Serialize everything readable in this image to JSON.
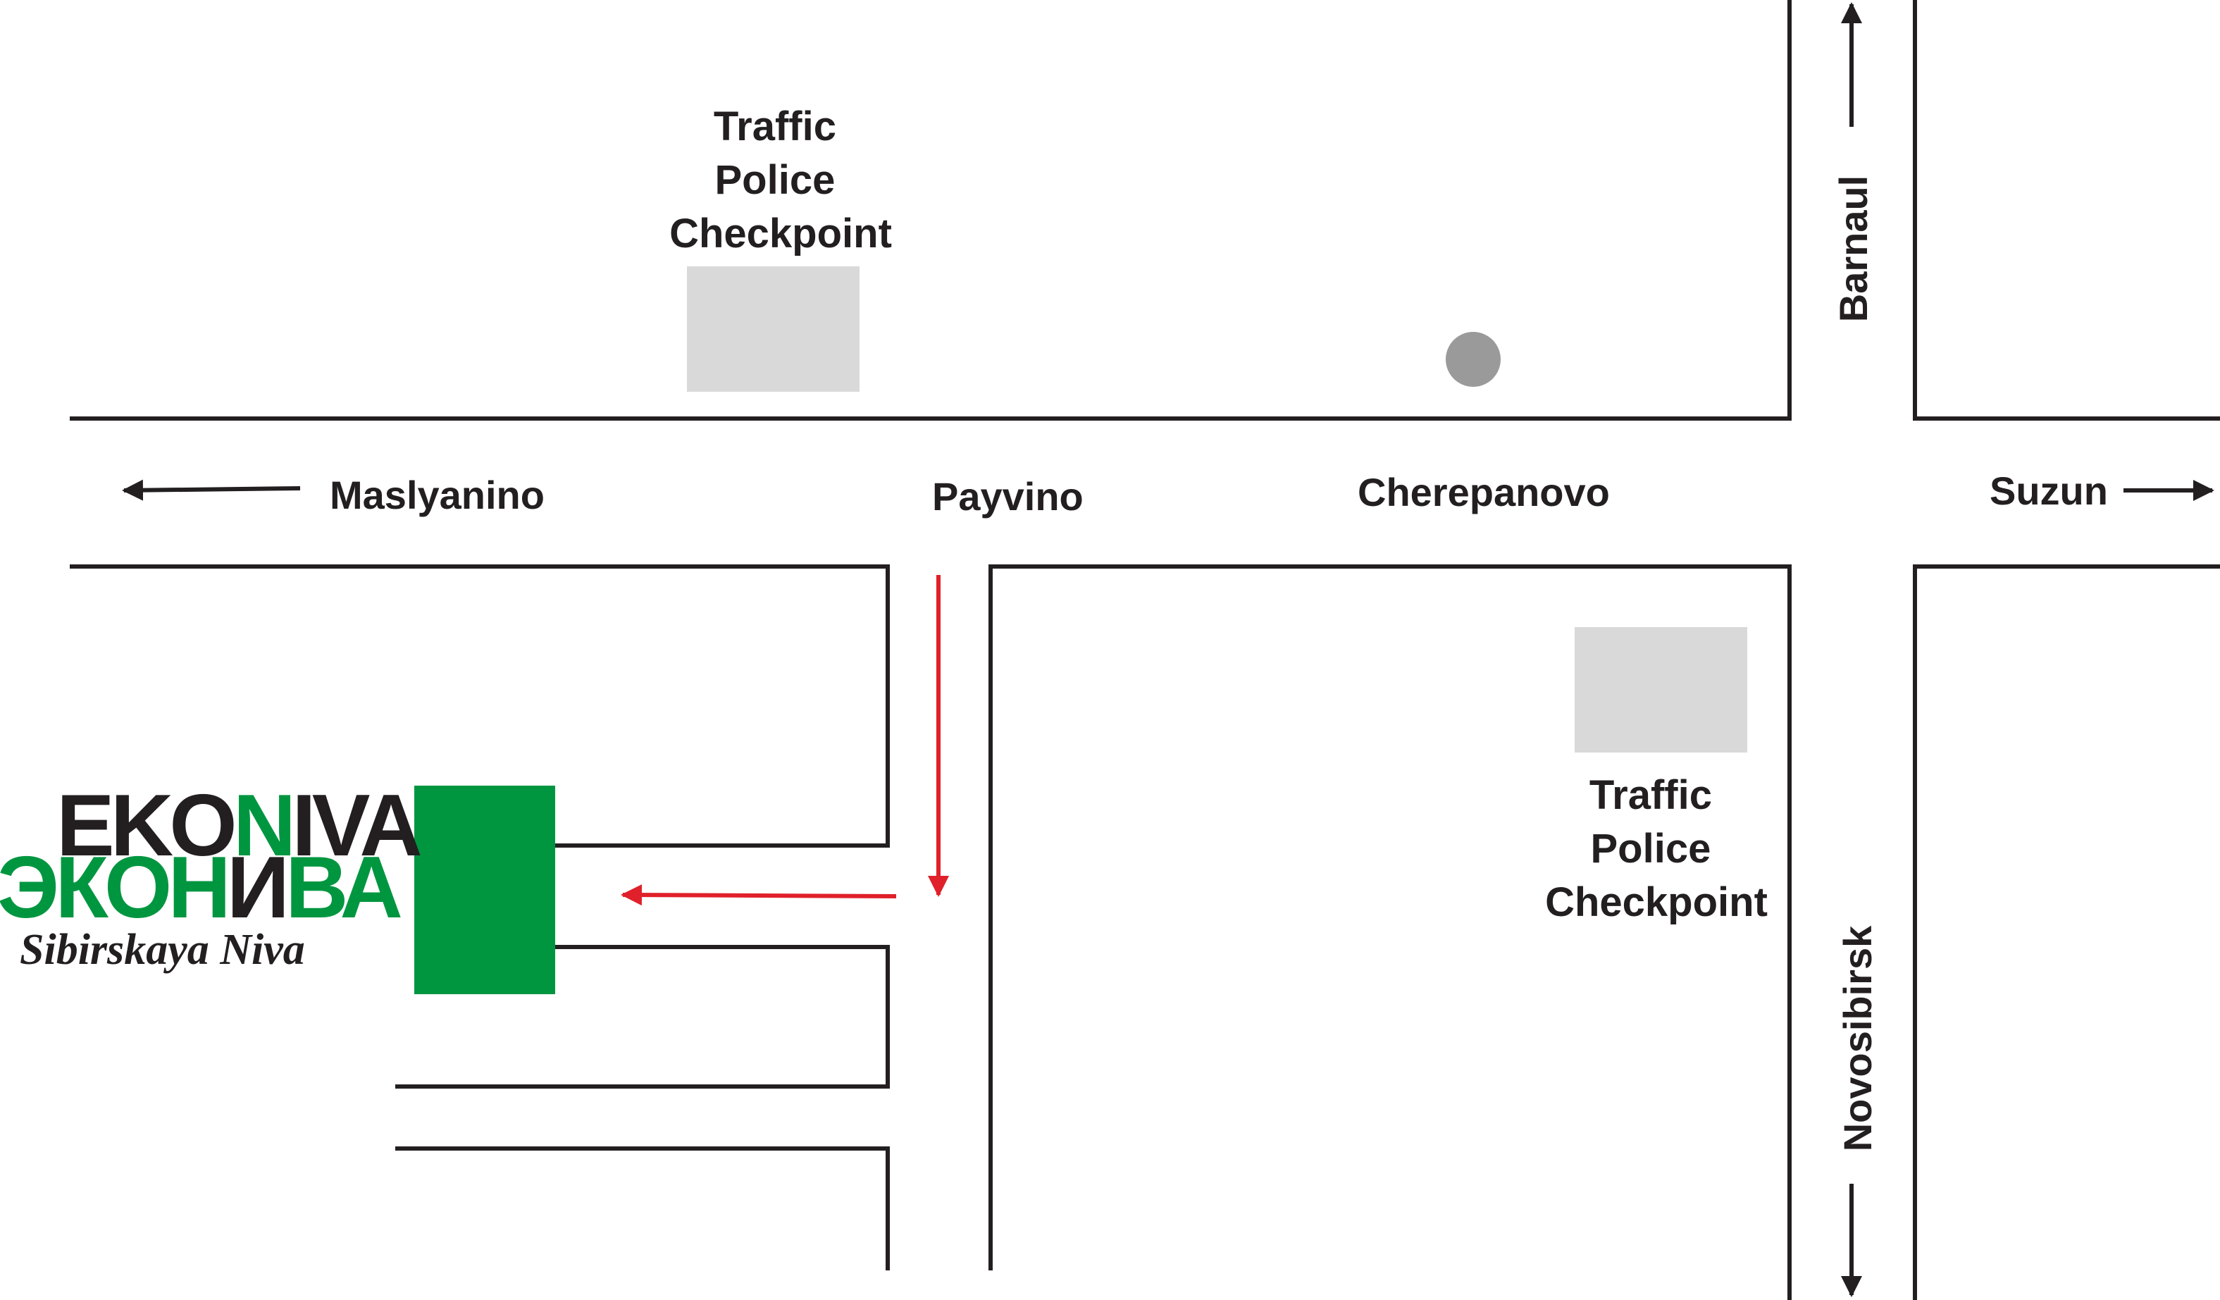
{
  "labels": {
    "maslyanino": "Maslyanino",
    "payvino": "Payvino",
    "cherepanovo": "Cherepanovo",
    "suzun": "Suzun",
    "barnaul": "Barnaul",
    "novosibirsk": "Novosibirsk"
  },
  "checkpoint_top": [
    "Traffic",
    "Police",
    "Checkpoint"
  ],
  "checkpoint_bottom": [
    "Traffic",
    "Police",
    "Checkpoint"
  ],
  "logo": {
    "latin_part1": "EKO",
    "latin_part2": "N",
    "latin_part3": "IVA",
    "cyrillic_part1": "ЭКОН",
    "cyrillic_part2": "И",
    "cyrillic_part3": "ВА",
    "subtitle": "Sibirskaya Niva"
  },
  "colors": {
    "road_line": "#231f20",
    "route": "#e0202a",
    "checkpoint_fill": "#d9d9d9",
    "destination": "#009640",
    "landmark": "#9a9a9a",
    "logo_dark": "#231f20",
    "logo_green": "#009640"
  }
}
